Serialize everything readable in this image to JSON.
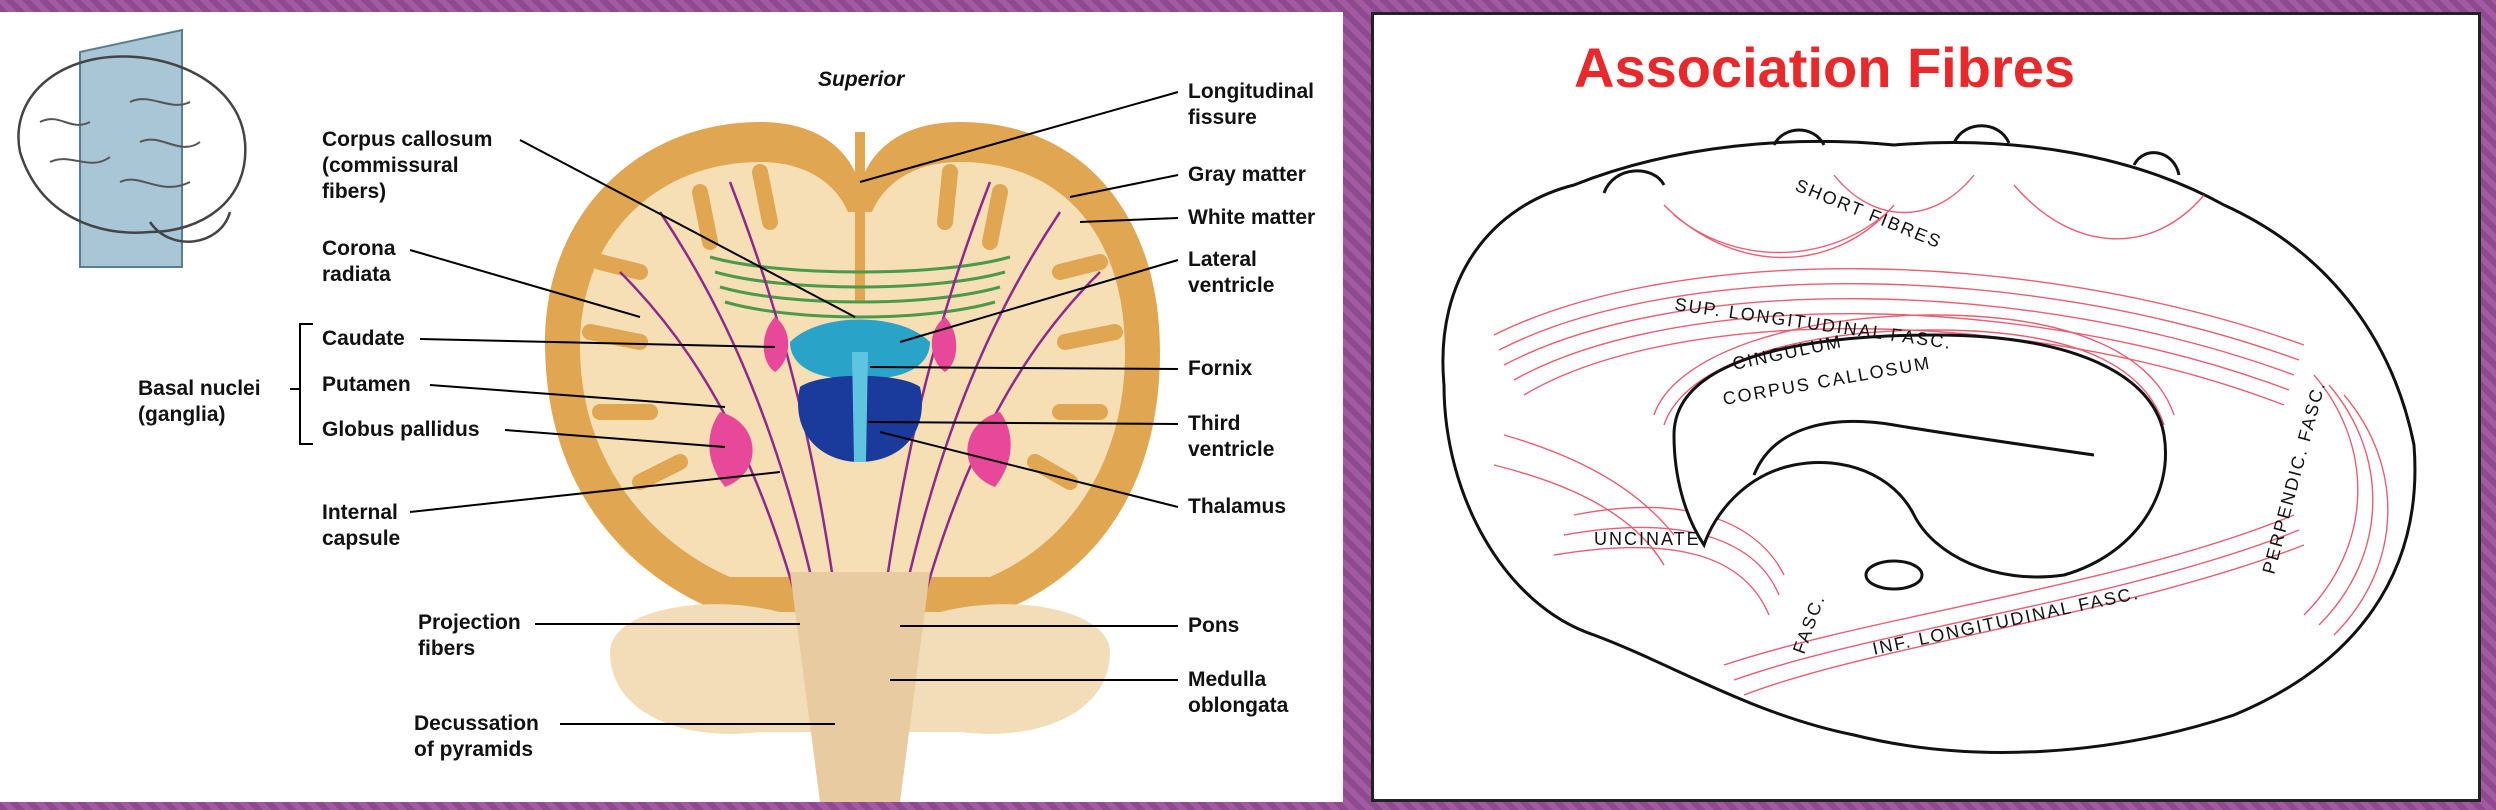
{
  "left_diagram": {
    "orientation_label": "Superior",
    "labels_left": {
      "corpus_callosum": [
        "Corpus callosum",
        "(commissural",
        "fibers)"
      ],
      "corona_radiata": [
        "Corona",
        "radiata"
      ],
      "caudate": "Caudate",
      "putamen": "Putamen",
      "globus_pallidus": "Globus pallidus",
      "basal_nuclei": [
        "Basal nuclei",
        "(ganglia)"
      ],
      "internal_capsule": [
        "Internal",
        "capsule"
      ],
      "projection_fibers": [
        "Projection",
        "fibers"
      ],
      "decussation": [
        "Decussation",
        "of pyramids"
      ]
    },
    "labels_right": {
      "longitudinal_fissure": [
        "Longitudinal",
        "fissure"
      ],
      "gray_matter": "Gray matter",
      "white_matter": "White matter",
      "lateral_ventricle": [
        "Lateral",
        "ventricle"
      ],
      "fornix": "Fornix",
      "third_ventricle": [
        "Third",
        "ventricle"
      ],
      "thalamus": "Thalamus",
      "pons": "Pons",
      "medulla": [
        "Medulla",
        "oblongata"
      ]
    }
  },
  "right_diagram": {
    "title": "Association Fibres",
    "labels": {
      "short_fibres": "SHORT FIBRES",
      "sup_long": "SUP. LONGITUDINAL FASC.",
      "cingulum": "CINGULUM",
      "corpus_callosum": "CORPUS CALLOSUM",
      "uncinate": "UNCINATE",
      "fasc": "FASC.",
      "inf_long": "INF. LONGITUDINAL FASC.",
      "perpendic": "PERPENDIC. FASC."
    }
  },
  "colors": {
    "gray_matter": "#e0a651",
    "white_matter": "#f6dfb5",
    "fibers": "#8e2a8e",
    "commissural": "#4a9a4a",
    "ventricle": "#2aa3c9",
    "thalamus": "#1a3a9c",
    "basal_nuclei": "#e8489a",
    "association": "#e4425a",
    "title_red": "#e8282a"
  }
}
